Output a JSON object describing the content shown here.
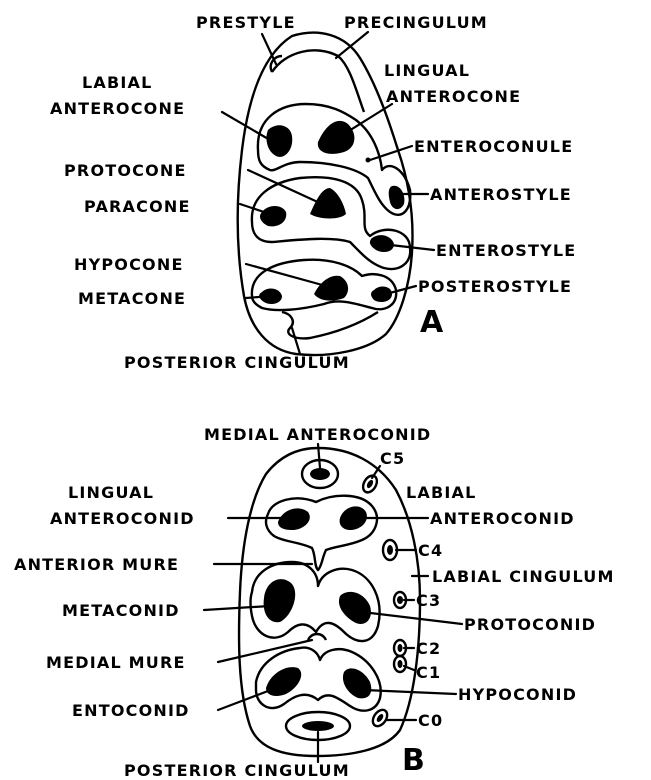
{
  "panel_a": {
    "letter": "A",
    "labels": {
      "prestyle": "PRESTYLE",
      "precingulum": "PRECINGULUM",
      "labial_anterocone_1": "LABIAL",
      "labial_anterocone_2": "ANTEROCONE",
      "lingual_anterocone_1": "LINGUAL",
      "lingual_anterocone_2": "ANTEROCONE",
      "enteroconule": "ENTEROCONULE",
      "protocone": "PROTOCONE",
      "anterostyle": "ANTEROSTYLE",
      "paracone": "PARACONE",
      "enterostyle": "ENTEROSTYLE",
      "hypocone": "HYPOCONE",
      "posterostyle": "POSTEROSTYLE",
      "metacone": "METACONE",
      "posterior_cingulum": "POSTERIOR CINGULUM"
    }
  },
  "panel_b": {
    "letter": "B",
    "labels": {
      "medial_anteroconid": "MEDIAL ANTEROCONID",
      "c5": "C5",
      "lingual_anteroconid_1": "LINGUAL",
      "lingual_anteroconid_2": "ANTEROCONID",
      "labial_anteroconid_1": "LABIAL",
      "labial_anteroconid_2": "ANTEROCONID",
      "c4": "C4",
      "anterior_mure": "ANTERIOR MURE",
      "labial_cingulum": "LABIAL CINGULUM",
      "c3": "C3",
      "metaconid": "METACONID",
      "protoconid": "PROTOCONID",
      "c2": "C2",
      "medial_mure": "MEDIAL MURE",
      "c1": "C1",
      "hypoconid": "HYPOCONID",
      "entoconid": "ENTOCONID",
      "c0": "C0",
      "posterior_cingulum": "POSTERIOR CINGULUM"
    }
  }
}
